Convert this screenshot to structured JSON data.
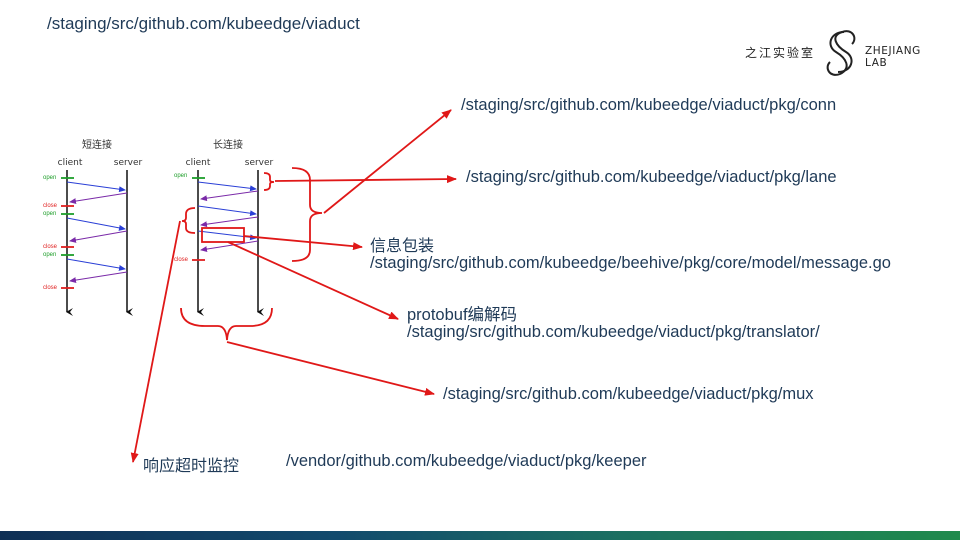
{
  "header": {
    "title": "/staging/src/github.com/kubeedge/viaduct"
  },
  "logo": {
    "cn_text": "之江实验室",
    "en_text": "ZHEJIANG LAB"
  },
  "diagram": {
    "short_title": "短连接",
    "long_title": "长连接",
    "client_label": "client",
    "server_label": "server",
    "open_label": "open",
    "close_label": "close"
  },
  "annotations": {
    "conn": "/staging/src/github.com/kubeedge/viaduct/pkg/conn",
    "lane": "/staging/src/github.com/kubeedge/viaduct/pkg/lane",
    "message_title": "信息包装",
    "message_path": "/staging/src/github.com/kubeedge/beehive/pkg/core/model/message.go",
    "translator_title": "protobuf编解码",
    "translator_path": "/staging/src/github.com/kubeedge/viaduct/pkg/translator/",
    "mux": "/staging/src/github.com/kubeedge/viaduct/pkg/mux",
    "keeper_title": "响应超时监控",
    "keeper_path": "/vendor/github.com/kubeedge/viaduct/pkg/keeper"
  },
  "colors": {
    "text": "#1f3a57",
    "annotation_arrow": "#e01818",
    "request_arrow": "#2a3fd6",
    "response_arrow": "#7a2aa8",
    "open_marker": "#1e9e2a",
    "close_marker": "#e02020",
    "footer_start": "#0f2f55",
    "footer_end": "#1f8a4c"
  }
}
